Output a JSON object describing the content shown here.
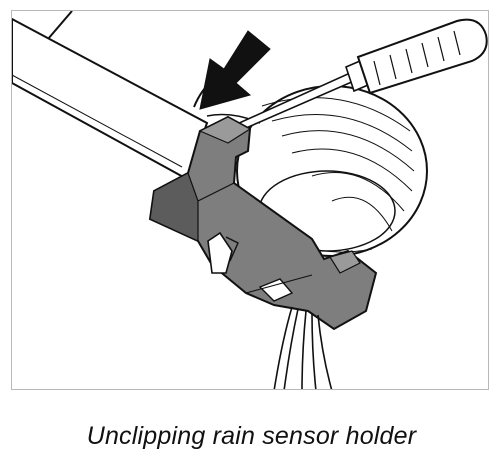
{
  "figure": {
    "caption": "Unclipping rain sensor holder",
    "parts": [
      "rain-sensor-holder",
      "screwdriver",
      "direction-arrow",
      "sensor-dome",
      "mirror-arm",
      "wires"
    ]
  },
  "colors": {
    "outline": "#111111",
    "holder_fill": "#7e7e7e",
    "holder_shade": "#5c5c5c",
    "background": "#ffffff"
  }
}
